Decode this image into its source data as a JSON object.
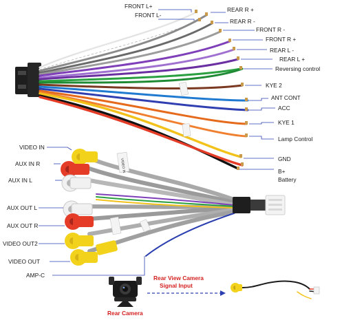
{
  "harness": {
    "wire_labels": [
      {
        "id": "front-l-plus",
        "text": "FRONT L+"
      },
      {
        "id": "front-l-minus",
        "text": "FRONT L-"
      },
      {
        "id": "rear-r-plus",
        "text": "REAR R +"
      },
      {
        "id": "rear-r-minus",
        "text": "REAR R -"
      },
      {
        "id": "front-r-minus",
        "text": "FRONT R -"
      },
      {
        "id": "front-r-plus",
        "text": "FRONT R +"
      },
      {
        "id": "rear-l-minus",
        "text": "REAR L -"
      },
      {
        "id": "rear-l-plus",
        "text": "REAR L +"
      },
      {
        "id": "reversing-control",
        "text": "Reversing control"
      },
      {
        "id": "kye-2",
        "text": "KYE 2"
      },
      {
        "id": "ant-cont",
        "text": "ANT CONT"
      },
      {
        "id": "acc",
        "text": "ACC"
      },
      {
        "id": "kye-1",
        "text": "KYE 1"
      },
      {
        "id": "lamp-control",
        "text": "Lamp Control"
      },
      {
        "id": "gnd",
        "text": "GND"
      },
      {
        "id": "b-plus",
        "text": "B+"
      },
      {
        "id": "battery",
        "text": "Battery"
      }
    ],
    "rca_labels": [
      {
        "id": "video-in",
        "text": "VIDEO IN"
      },
      {
        "id": "aux-in-r",
        "text": "AUX IN R"
      },
      {
        "id": "aux-in-l",
        "text": "AUX  IN L"
      },
      {
        "id": "aux-out-l",
        "text": "AUX OUT L"
      },
      {
        "id": "aux-out-r",
        "text": "AUX OUT R"
      },
      {
        "id": "video-out2",
        "text": "VIDEO OUT2"
      },
      {
        "id": "video-out",
        "text": "VIDEO OUT"
      },
      {
        "id": "amp-c",
        "text": "AMP-C"
      }
    ],
    "camera": {
      "title_line1": "Rear View Camera",
      "title_line2": "Signal Input",
      "caption": "Rear Camera"
    },
    "stamp_text": "VIDEO IN"
  },
  "colors": {
    "accent_red": "#d42020",
    "line_blue": "#2b3fb0",
    "yellow": "#f2d21a",
    "red": "#e53c28",
    "white": "#f1f1f1",
    "black": "#1b1b1b",
    "gray": "#a9a9a9"
  }
}
